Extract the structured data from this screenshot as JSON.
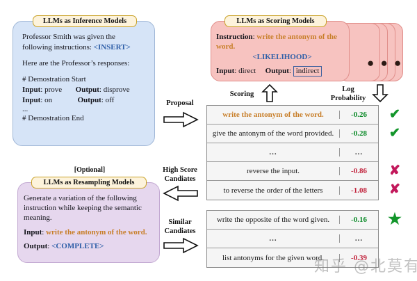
{
  "inference_panel": {
    "header": "LLMs as Inference Models",
    "line1": "Professor Smith was given the",
    "line2_prefix": "following instructions: ",
    "line2_token": "<INSERT>",
    "line3": "Here are the Professor’s responses:",
    "demo_start": "# Demostration Start",
    "demo_rows": [
      {
        "input_label": "Input",
        "input_value": "prove",
        "output_label": "Output",
        "output_value": "disprove"
      },
      {
        "input_label": "Input",
        "input_value": "on",
        "output_label": "Output",
        "output_value": "off"
      }
    ],
    "ellipsis": "...",
    "demo_end": "# Demostration End"
  },
  "scoring_panel": {
    "header": "LLMs as Scoring Models",
    "instruction_label": "Instruction",
    "instruction_value": "write the antonym of the word.",
    "likelihood_token": "<LIKELIHOOD>",
    "input_label": "Input",
    "input_value": "direct",
    "output_label": "Output",
    "output_value": "indirect",
    "stack_dots": "● ● ●"
  },
  "resampling_panel": {
    "optional_tag": "[Optional]",
    "header": "LLMs as Resampling Models",
    "line1": "Generate a variation of the following",
    "line2": "instruction while keeping the semantic",
    "line3": "meaning.",
    "input_label": "Input",
    "input_value": "write the antonym of the word.",
    "output_label": "Output",
    "output_token": "<COMPLETE>"
  },
  "flow_labels": {
    "proposal": "Proposal",
    "scoring": "Scoring",
    "log_probability": "Log\nProbability",
    "high_score_candidates": "High Score\nCandiates",
    "similar_candidates": "Similar\nCandiates"
  },
  "candidates_table": {
    "rows": [
      {
        "text": "write the antonym of the word.",
        "score": "-0.26",
        "mark": "✔",
        "mark_kind": "check",
        "highlight": true
      },
      {
        "text": "give the antonym of the word provided.",
        "score": "-0.28",
        "mark": "✔",
        "mark_kind": "check",
        "highlight": false
      },
      {
        "text": "...",
        "score": "...",
        "mark": "",
        "mark_kind": "none",
        "highlight": false
      },
      {
        "text": "reverse the input.",
        "score": "-0.86",
        "mark": "✘",
        "mark_kind": "cross",
        "highlight": false
      },
      {
        "text": "to reverse the order of the letters",
        "score": "-1.08",
        "mark": "✘",
        "mark_kind": "cross",
        "highlight": false
      }
    ]
  },
  "similar_table": {
    "rows": [
      {
        "text": "write the opposite of the word given.",
        "score": "-0.16",
        "mark": "★",
        "mark_kind": "star",
        "highlight": false
      },
      {
        "text": "...",
        "score": "...",
        "mark": "",
        "mark_kind": "none",
        "highlight": false
      },
      {
        "text": "list antonyms for the given word.",
        "score": "-0.39",
        "mark": "",
        "mark_kind": "none",
        "highlight": false
      }
    ]
  },
  "watermark": {
    "text": "知乎 @北莫有歌"
  },
  "colors": {
    "blue_panel": "#d6e4f7",
    "pink_panel": "#f7c3c0",
    "purple_panel": "#e6d7ee",
    "pill": "#fdf3dc",
    "pill_border": "#c9a227",
    "accent_orange": "#c87f2a",
    "accent_blue": "#2f5fa8",
    "score_positive": "#0a8a27",
    "score_negative": "#c2243d",
    "check_green": "#12952a",
    "cross_pink": "#c2185b"
  }
}
